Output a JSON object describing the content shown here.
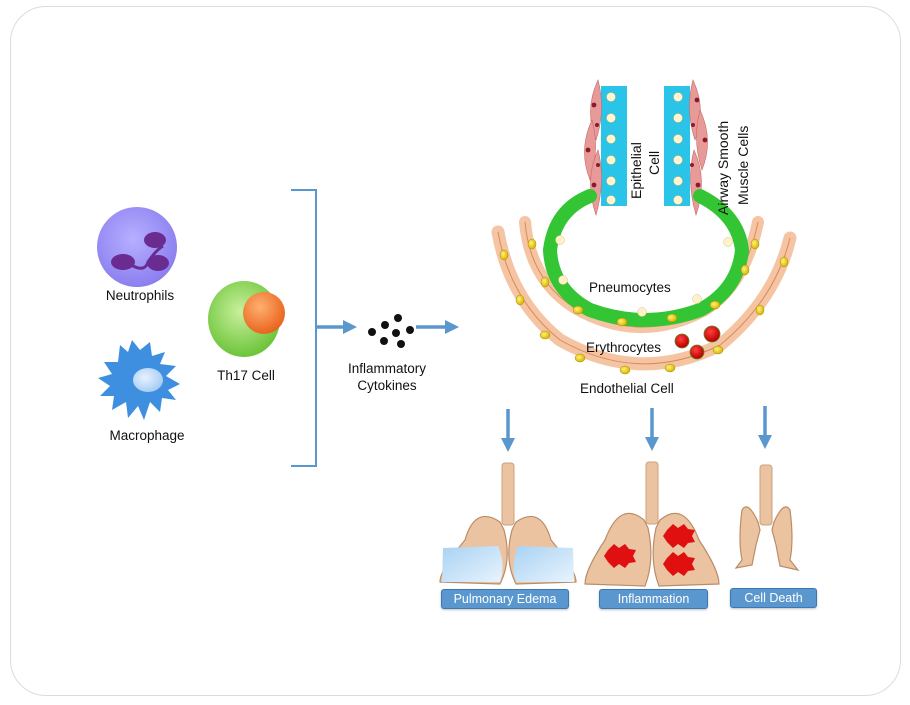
{
  "diagram": {
    "title": "",
    "immune_cells": [
      {
        "name": "Neutrophils",
        "icon": "neutrophil-icon"
      },
      {
        "name": "Macrophage",
        "icon": "macrophage-icon"
      },
      {
        "name": "Th17 Cell",
        "icon": "th17-cell-icon"
      }
    ],
    "mediator": {
      "label_line1": "Inflammatory",
      "label_line2": "Cytokines"
    },
    "airway": {
      "epithelial_line1": "Epithelial",
      "epithelial_line2": "Cell",
      "muscle_line1": "Airway Smooth",
      "muscle_line2": "Muscle Cells",
      "pneumocytes": "Pneumocytes",
      "erythrocytes": "Erythrocytes",
      "endothelial": "Endothelial Cell"
    },
    "outcomes": [
      {
        "label": "Pulmonary Edema",
        "icon": "edema-lungs-icon"
      },
      {
        "label": "Inflammation",
        "icon": "inflamed-lungs-icon"
      },
      {
        "label": "Cell Death",
        "icon": "damaged-lungs-icon"
      }
    ],
    "colors": {
      "arrow": "#5b97cf",
      "th17_outer": "#8fd35a",
      "th17_nucleus": "#f07a30",
      "neutrophil_body": "#9b8ff0",
      "neutrophil_nucleus": "#6a2c91",
      "macrophage": "#3f8fe0",
      "pneumocyte": "#33c533",
      "endothelial": "#f5c4a3",
      "erythrocyte": "#e01010",
      "epithelial": "#29c4e8",
      "smooth_muscle": "#e79a98",
      "lung": "#ecc3a0",
      "edema": "#bfe0f8",
      "badge": "#5b97cf"
    }
  }
}
